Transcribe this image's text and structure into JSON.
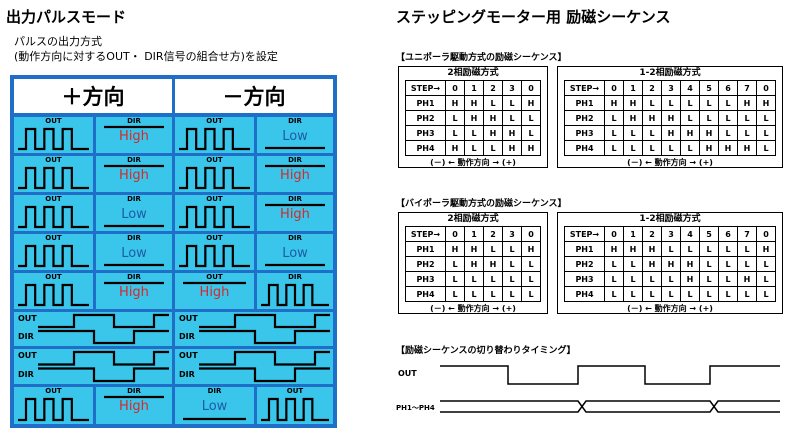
{
  "left": {
    "title": "出力パルスモード",
    "desc": "パルスの出力方式\n(動作方向に対するOUT・ DIR信号の組合せ方)を設定",
    "headers": {
      "plus": "＋方向",
      "minus": "－方向"
    },
    "rows": [
      {
        "type": "pulse",
        "cells": [
          {
            "kind": "pulse",
            "out": "OUT"
          },
          {
            "kind": "level",
            "dir": "DIR",
            "value": "High"
          },
          {
            "kind": "pulse",
            "out": "OUT"
          },
          {
            "kind": "level",
            "dir": "DIR",
            "value": "Low"
          }
        ]
      },
      {
        "type": "pulse",
        "cells": [
          {
            "kind": "pulse",
            "out": "OUT"
          },
          {
            "kind": "level",
            "dir": "DIR",
            "value": "High"
          },
          {
            "kind": "pulse",
            "out": "OUT"
          },
          {
            "kind": "level",
            "dir": "DIR",
            "value": "High"
          }
        ]
      },
      {
        "type": "pulse",
        "cells": [
          {
            "kind": "pulse",
            "out": "OUT"
          },
          {
            "kind": "level",
            "dir": "DIR",
            "value": "Low"
          },
          {
            "kind": "pulse",
            "out": "OUT"
          },
          {
            "kind": "level",
            "dir": "DIR",
            "value": "High"
          }
        ]
      },
      {
        "type": "pulse",
        "cells": [
          {
            "kind": "pulse",
            "out": "OUT"
          },
          {
            "kind": "level",
            "dir": "DIR",
            "value": "Low"
          },
          {
            "kind": "pulse",
            "out": "OUT"
          },
          {
            "kind": "level",
            "dir": "DIR",
            "value": "Low"
          }
        ]
      },
      {
        "type": "pulse",
        "cells": [
          {
            "kind": "pulse",
            "out": "OUT"
          },
          {
            "kind": "level",
            "dir": "DIR",
            "value": "High"
          },
          {
            "kind": "level",
            "dir": "OUT",
            "value": "High"
          },
          {
            "kind": "pulse",
            "out": "DIR"
          }
        ]
      },
      {
        "type": "phase",
        "cells": [
          {
            "out": "OUT",
            "dir": "DIR"
          },
          {
            "out": "OUT",
            "dir": "DIR"
          }
        ]
      },
      {
        "type": "phase",
        "cells": [
          {
            "out": "OUT",
            "dir": "DIR"
          },
          {
            "out": "OUT",
            "dir": "DIR"
          }
        ]
      },
      {
        "type": "pulse",
        "cells": [
          {
            "kind": "pulse",
            "out": "OUT"
          },
          {
            "kind": "level",
            "dir": "DIR",
            "value": "High"
          },
          {
            "kind": "level",
            "dir": "DIR",
            "value": "Low"
          },
          {
            "kind": "pulse",
            "out": "OUT"
          }
        ]
      }
    ]
  },
  "right": {
    "title": "ステッピングモーター用 励磁シーケンス",
    "unipolar": {
      "label": "【ユニポーラ駆動方式の励磁シーケンス】",
      "two": {
        "title": "2相励磁方式",
        "step_label": "STEP→",
        "steps": [
          "0",
          "1",
          "2",
          "3",
          "0"
        ],
        "rows": [
          {
            "name": "PH1",
            "vals": [
              "H",
              "H",
              "L",
              "L",
              "H"
            ]
          },
          {
            "name": "PH2",
            "vals": [
              "L",
              "H",
              "H",
              "L",
              "L"
            ]
          },
          {
            "name": "PH3",
            "vals": [
              "L",
              "L",
              "H",
              "H",
              "L"
            ]
          },
          {
            "name": "PH4",
            "vals": [
              "H",
              "L",
              "L",
              "H",
              "H"
            ]
          }
        ],
        "footer": "(－) ← 動作方向 → (+)"
      },
      "onetwo": {
        "title": "1-2相励磁方式",
        "step_label": "STEP→",
        "steps": [
          "0",
          "1",
          "2",
          "3",
          "4",
          "5",
          "6",
          "7",
          "0"
        ],
        "rows": [
          {
            "name": "PH1",
            "vals": [
              "H",
              "H",
              "L",
              "L",
              "L",
              "L",
              "L",
              "H",
              "H"
            ]
          },
          {
            "name": "PH2",
            "vals": [
              "L",
              "H",
              "H",
              "H",
              "L",
              "L",
              "L",
              "L",
              "L"
            ]
          },
          {
            "name": "PH3",
            "vals": [
              "L",
              "L",
              "L",
              "H",
              "H",
              "H",
              "L",
              "L",
              "L"
            ]
          },
          {
            "name": "PH4",
            "vals": [
              "L",
              "L",
              "L",
              "L",
              "L",
              "H",
              "H",
              "H",
              "L"
            ]
          }
        ],
        "footer": "(－) ← 動作方向 → (+)"
      }
    },
    "bipolar": {
      "label": "【バイポーラ駆動方式の励磁シーケンス】",
      "two": {
        "title": "2相励磁方式",
        "step_label": "STEP→",
        "steps": [
          "0",
          "1",
          "2",
          "3",
          "0"
        ],
        "rows": [
          {
            "name": "PH1",
            "vals": [
              "H",
              "H",
              "L",
              "L",
              "H"
            ]
          },
          {
            "name": "PH2",
            "vals": [
              "L",
              "H",
              "H",
              "L",
              "L"
            ]
          },
          {
            "name": "PH3",
            "vals": [
              "L",
              "L",
              "L",
              "L",
              "L"
            ]
          },
          {
            "name": "PH4",
            "vals": [
              "L",
              "L",
              "L",
              "L",
              "L"
            ]
          }
        ],
        "footer": "(－) ← 動作方向 → (+)"
      },
      "onetwo": {
        "title": "1-2相励磁方式",
        "step_label": "STEP→",
        "steps": [
          "0",
          "1",
          "2",
          "3",
          "4",
          "5",
          "6",
          "7",
          "0"
        ],
        "rows": [
          {
            "name": "PH1",
            "vals": [
              "H",
              "H",
              "H",
              "L",
              "L",
              "L",
              "L",
              "L",
              "H"
            ]
          },
          {
            "name": "PH2",
            "vals": [
              "L",
              "L",
              "H",
              "H",
              "H",
              "L",
              "L",
              "L",
              "L"
            ]
          },
          {
            "name": "PH3",
            "vals": [
              "L",
              "L",
              "L",
              "L",
              "H",
              "L",
              "L",
              "H",
              "L"
            ]
          },
          {
            "name": "PH4",
            "vals": [
              "L",
              "L",
              "L",
              "L",
              "L",
              "L",
              "L",
              "L",
              "L"
            ]
          }
        ],
        "footer": "(－) ← 動作方向 → (+)"
      }
    },
    "timing": {
      "label": "【励磁シーケンスの切り替わりタイミング】",
      "out_label": "OUT",
      "ph_label": "PH1～PH4"
    }
  }
}
